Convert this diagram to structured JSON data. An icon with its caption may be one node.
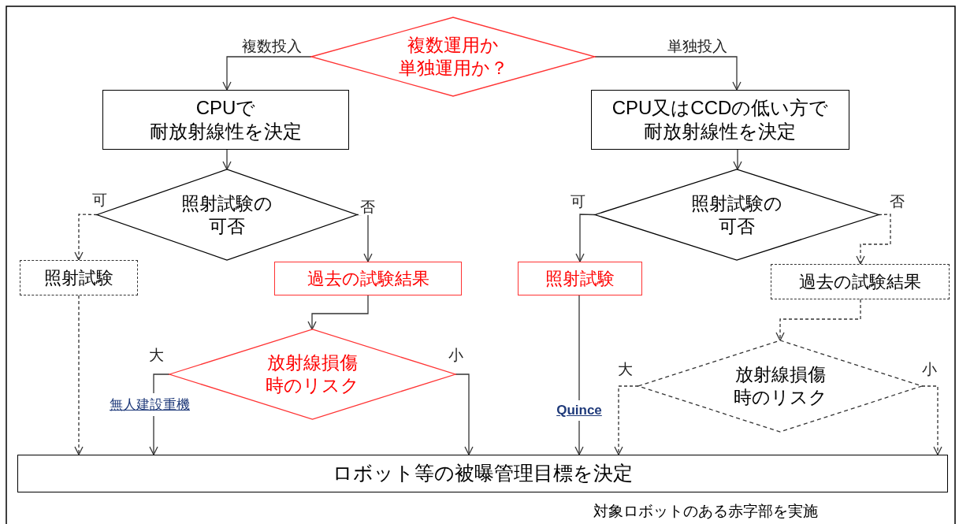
{
  "diagram": {
    "nodes": [
      {
        "text": [
          "複数運用か単独運用か？"
        ]
      },
      {
        "text": [
          "CPUで耐放射線性を決定"
        ]
      },
      {
        "text": [
          "CPU又はCCDの低い方で耐放射線性を決定"
        ]
      },
      {
        "text": [
          "照射試験の可否"
        ]
      },
      {
        "text": [
          "照射試験の可否"
        ]
      },
      {
        "text": [
          "照射試験"
        ]
      },
      {
        "text": [
          "過去の試験結果"
        ]
      },
      {
        "text": [
          "照射試験"
        ]
      },
      {
        "text": [
          "過去の試験結果"
        ]
      },
      {
        "text": [
          "放射線損傷時のリスク"
        ]
      },
      {
        "text": [
          "放射線損傷時のリスク"
        ]
      },
      {
        "text": [
          "ロボット等の被曝管理目標を決定"
        ]
      }
    ],
    "edges": [
      {
        "from": 0,
        "to": 1,
        "arrow": "to",
        "label": "複数投入"
      },
      {
        "from": 0,
        "to": 2,
        "arrow": "to",
        "label": "単独投入"
      },
      {
        "from": 1,
        "to": 3,
        "arrow": "to"
      },
      {
        "from": 2,
        "to": 4,
        "arrow": "to"
      },
      {
        "from": 3,
        "to": 5,
        "arrow": "to",
        "label": "可",
        "style": "dashed"
      },
      {
        "from": 3,
        "to": 6,
        "arrow": "to",
        "label": "否"
      },
      {
        "from": 4,
        "to": 7,
        "arrow": "to",
        "label": "可"
      },
      {
        "from": 4,
        "to": 8,
        "arrow": "to",
        "label": "否",
        "style": "dashed"
      },
      {
        "from": 6,
        "to": 9,
        "arrow": "to"
      },
      {
        "from": 8,
        "to": 10,
        "arrow": "to",
        "style": "dashed"
      },
      {
        "from": 5,
        "to": 11,
        "arrow": "to",
        "style": "dashed"
      },
      {
        "from": 9,
        "to": 11,
        "arrow": "to",
        "label": "大"
      },
      {
        "from": 9,
        "to": 11,
        "arrow": "to",
        "label": "小"
      },
      {
        "from": 7,
        "to": 11,
        "arrow": "to"
      },
      {
        "from": 10,
        "to": 11,
        "arrow": "to",
        "label": "大",
        "style": "dashed"
      },
      {
        "from": 10,
        "to": 11,
        "arrow": "to",
        "label": "小",
        "style": "dashed"
      }
    ],
    "labels": [
      "無人建設重機",
      "Quince",
      "対象ロボットのある赤字部を実施"
    ]
  }
}
